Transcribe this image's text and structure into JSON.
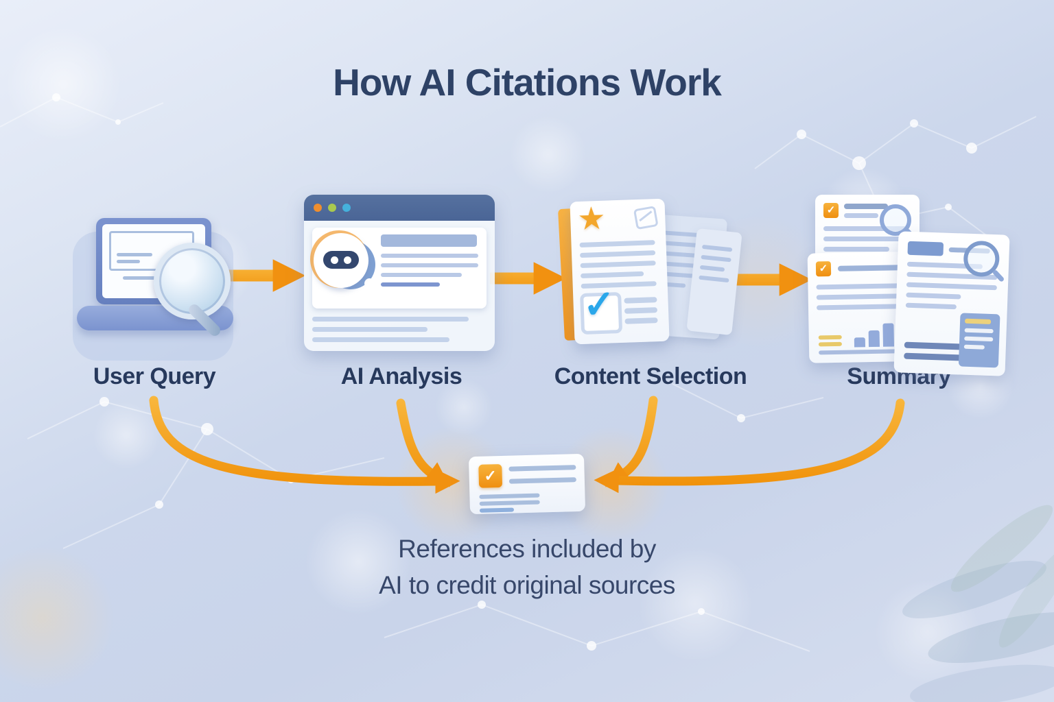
{
  "title": "How AI Citations Work",
  "stages": [
    {
      "id": "user-query",
      "label": "User Query"
    },
    {
      "id": "ai-analysis",
      "label": "AI Analysis"
    },
    {
      "id": "content-selection",
      "label": "Content Selection"
    },
    {
      "id": "summary",
      "label": "Summary"
    }
  ],
  "reference_note": {
    "line1": "References included by",
    "line2": "AI to credit original sources"
  },
  "icons": {
    "user_query": "laptop-magnifier-icon",
    "ai_analysis": "browser-chatbot-icon",
    "content_selection": "document-star-checklist-icon",
    "summary": "report-stack-icon",
    "reference_card": "reference-card-check-icon",
    "flow": "orange-arrow-icon"
  },
  "colors": {
    "title_text": "#2e4266",
    "label_text": "#27395c",
    "caption_text": "#37476a",
    "arrow_light": "#fcc14a",
    "arrow_dark": "#ee8c04",
    "accent_orange": "#f49a14",
    "check_blue": "#2aa7ea",
    "browser_bar_blue": "#4e6da0",
    "laptop_blue": "#7289c8",
    "doc_line_blue": "#bccbe8",
    "background_light": "#e9eef9",
    "background_mid": "#c9d4ea"
  }
}
